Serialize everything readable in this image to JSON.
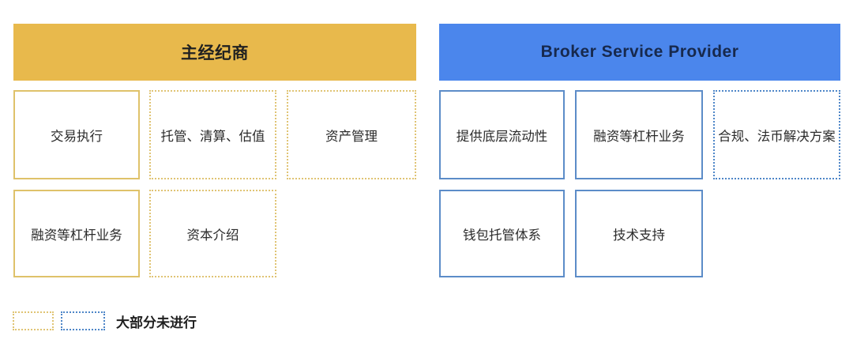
{
  "diagram": {
    "columns": [
      {
        "header": "主经纪商",
        "accent_color": "#E8B94C",
        "solid_border_color": "#DFC26A",
        "dotted_border_color": "#E0C474",
        "boxes": [
          {
            "label": "交易执行",
            "style": "solid"
          },
          {
            "label": "托管、清算、估值",
            "style": "dotted"
          },
          {
            "label": "资产管理",
            "style": "dotted"
          },
          {
            "label": "融资等杠杆业务",
            "style": "solid"
          },
          {
            "label": "资本介绍",
            "style": "dotted"
          }
        ]
      },
      {
        "header": "Broker Service Provider",
        "accent_color": "#4B86EC",
        "solid_border_color": "#5C8CC8",
        "dotted_border_color": "#4E86C8",
        "boxes": [
          {
            "label": "提供底层流动性",
            "style": "solid"
          },
          {
            "label": "融资等杠杆业务",
            "style": "solid"
          },
          {
            "label": "合规、法币解决方案",
            "style": "dotted"
          },
          {
            "label": "钱包托管体系",
            "style": "solid"
          },
          {
            "label": "技术支持",
            "style": "solid"
          }
        ]
      }
    ],
    "legend": {
      "label": "大部分未进行",
      "swatches": [
        "gold-dotted",
        "blue-dotted"
      ]
    }
  }
}
